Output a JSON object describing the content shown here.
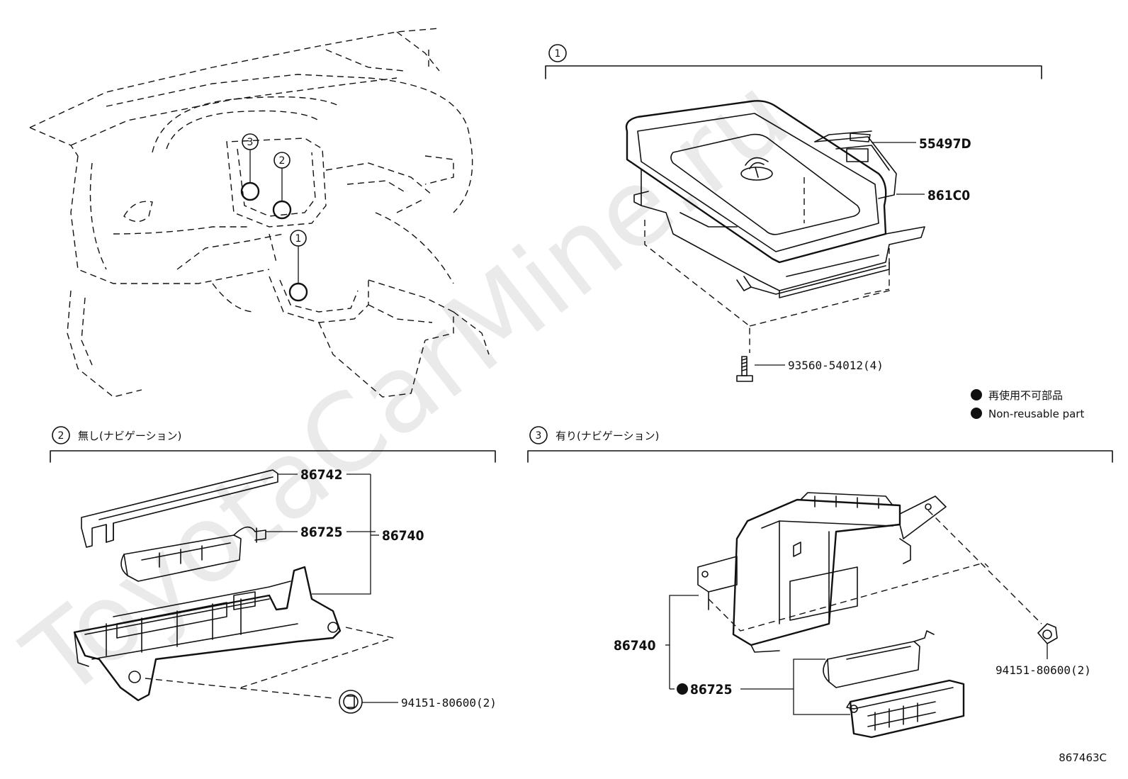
{
  "watermark": "ToyotaCarMine.ru",
  "sections": {
    "s1": {
      "num": "1"
    },
    "s2": {
      "num": "2",
      "label": "無し(ナビゲーション)"
    },
    "s3": {
      "num": "3",
      "label": "有り(ナビゲーション)"
    }
  },
  "callouts": [
    {
      "num": "3"
    },
    {
      "num": "2"
    },
    {
      "num": "1"
    }
  ],
  "parts": {
    "p55497D": "55497D",
    "p861C0": "861C0",
    "p93560": "93560-54012(4)",
    "s2_86742": "86742",
    "s2_86725": "86725",
    "s2_86740": "86740",
    "s2_94151": "94151-80600(2)",
    "s3_86740": "86740",
    "s3_86725": "86725",
    "s3_94151": "94151-80600(2)"
  },
  "legend": {
    "jp": "再使用不可部品",
    "en": "Non-reusable part"
  },
  "ref_code": "867463C"
}
